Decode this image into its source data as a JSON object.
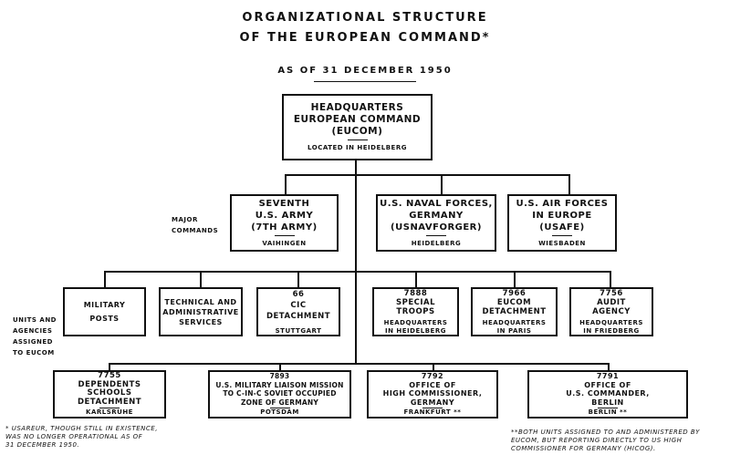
{
  "title_line1": "ORGANIZATIONAL STRUCTURE",
  "title_line2": "OF THE EUROPEAN COMMAND*",
  "date_line": "AS OF 31 DECEMBER 1950",
  "hq": {
    "name": "HEADQUARTERS\nEUROPEAN COMMAND\n(EUCOM)",
    "location": "LOCATED IN HEIDELBERG"
  },
  "major_label": "MAJOR\nCOMMANDS",
  "major": [
    {
      "name": "SEVENTH\nU.S. ARMY\n(7TH ARMY)",
      "location": "VAIHINGEN"
    },
    {
      "name": "U.S. NAVAL FORCES,\nGERMANY\n(USNAVFORGER)",
      "location": "HEIDELBERG"
    },
    {
      "name": "U.S. AIR FORCES\nIN EUROPE\n(USAFE)",
      "location": "WIESBADEN"
    }
  ],
  "units_label": "UNITS AND\nAGENCIES\nASSIGNED\nTO EUCOM",
  "row3": [
    {
      "name": "MILITARY\nPOSTS",
      "location": ""
    },
    {
      "name": "TECHNICAL AND\nADMINISTRATIVE\nSERVICES",
      "location": ""
    },
    {
      "name": "66\nCIC DETACHMENT",
      "location": "STUTTGART"
    },
    {
      "name": "7888\nSPECIAL\nTROOPS",
      "location": "HEADQUARTERS\nIN HEIDELBERG"
    },
    {
      "name": "7966\nEUCOM\nDETACHMENT",
      "location": "HEADQUARTERS\nIN PARIS"
    },
    {
      "name": "7756\nAUDIT\nAGENCY",
      "location": "HEADQUARTERS\nIN FRIEDBERG"
    }
  ],
  "row4": [
    {
      "name": "7755\nDEPENDENTS\nSCHOOLS\nDETACHMENT",
      "location": "KARLSRUHE"
    },
    {
      "name": "7893\nU.S. MILITARY LIAISON MISSION\nTO C-IN-C SOVIET OCCUPIED\nZONE OF GERMANY",
      "location": "POTSDAM"
    },
    {
      "name": "7792\nOFFICE OF\nHIGH COMMISSIONER,\nGERMANY",
      "location": "FRANKFURT **"
    },
    {
      "name": "7791\nOFFICE OF\nU.S. COMMANDER,\nBERLIN",
      "location": "BERLIN **"
    }
  ],
  "footnote1": "* USAREUR, THOUGH STILL IN EXISTENCE,\nWAS NO LONGER OPERATIONAL AS OF\n31 DECEMBER 1950.",
  "footnote2": "**BOTH UNITS ASSIGNED TO AND ADMINISTERED BY\nEUCOM, BUT REPORTING DIRECTLY TO US HIGH\nCOMMISSIONER FOR GERMANY (HICOG)."
}
